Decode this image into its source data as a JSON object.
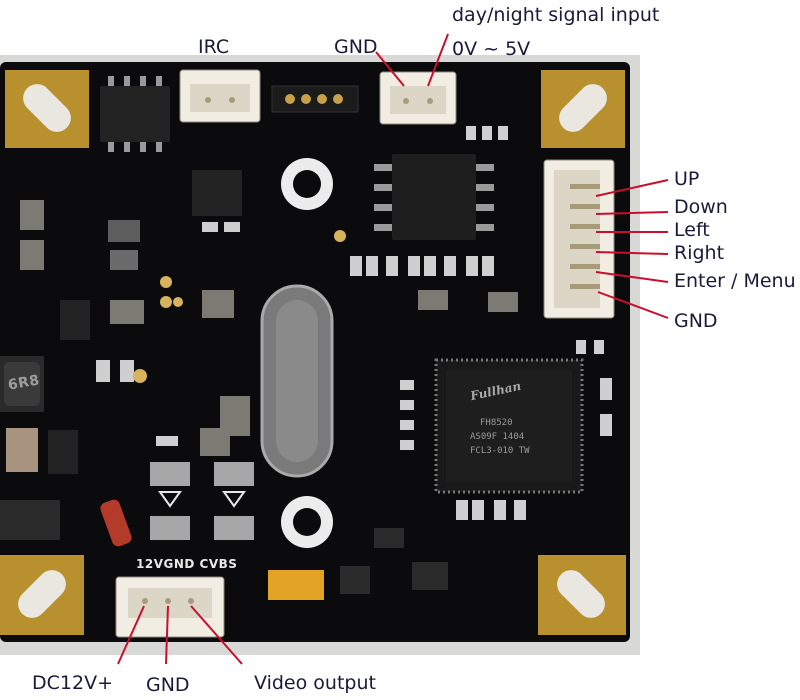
{
  "labels": {
    "irc": "IRC",
    "gnd_top": "GND",
    "day_night_1": "day/night signal input",
    "day_night_2": "0V ~ 5V",
    "up": "UP",
    "down": "Down",
    "left": "Left",
    "right": "Right",
    "enter_menu": "Enter / Menu",
    "gnd_right": "GND",
    "dc12v": "DC12V+",
    "gnd_bottom": "GND",
    "video_output": "Video output"
  },
  "silkscreen": {
    "power_pins": "12VGND CVBS",
    "inductor": "6R8"
  },
  "chip": {
    "brand": "Fullhan",
    "line1": "FH8520",
    "line2": "AS09F 1404",
    "line3": "FCL3-010 TW"
  },
  "colors": {
    "board": "#0b0b0d",
    "callout": "#c8102e",
    "label_text": "#1a1a3a",
    "gold_pad": "#b8902e"
  }
}
